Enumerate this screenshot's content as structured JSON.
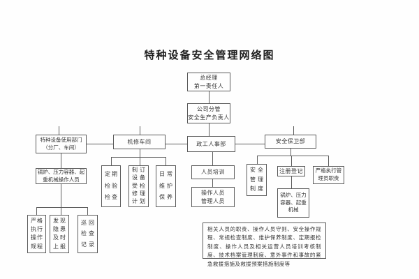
{
  "title": "特种设备安全管理网络图",
  "nodes": {
    "gm": {
      "lines": [
        "总经理",
        "第一责任人"
      ]
    },
    "deputy": {
      "lines": [
        "公司分管",
        "安全生产负责人"
      ]
    },
    "dept_use": {
      "lines": [
        "特种设备使用部门",
        "（分厂、车间）"
      ]
    },
    "workshop": {
      "label": "机修车间"
    },
    "hr": {
      "label": "政工人事部"
    },
    "security": {
      "label": "安全保卫部"
    },
    "operators": {
      "lines": [
        "锅炉、压力容器、起",
        "重机械操作人员"
      ]
    },
    "op_rule": {
      "rows": [
        "严格",
        "执行",
        "操作",
        "规程"
      ]
    },
    "op_report": {
      "rows": [
        "发现",
        "隐患",
        "及时",
        "上报"
      ]
    },
    "op_record": {
      "rows": [
        "巡回",
        "检查",
        "记录"
      ]
    },
    "ws_inspect": {
      "rows": [
        "定期",
        "检验",
        "检查"
      ]
    },
    "ws_plan": {
      "rows": [
        "制订",
        "设备",
        "受检",
        "修理",
        "计划"
      ]
    },
    "ws_maintain": {
      "rows": [
        "日常",
        "维护",
        "保养"
      ]
    },
    "training": {
      "label": "人员培训"
    },
    "personnel": {
      "lines": [
        "操作人员",
        "管理人员"
      ]
    },
    "safety_system": {
      "rows": [
        "安全",
        "管理",
        "制度"
      ]
    },
    "register": {
      "label": "注册登记"
    },
    "admin_duty": {
      "lines": [
        "严格执行管",
        "理员职责"
      ]
    },
    "equipment": {
      "lines": [
        "锅炉、压力",
        "容器、起重",
        "机械"
      ]
    },
    "note": {
      "text": "相关人员的职责、操作人员守则、安全操作规程、常规检查制度、维护保养制度、定期报检制度、操作人员及相关运营人员培训考核制度、技术档案管理制度、意外事件和事故的紧急救援措施及救援预案措施制度等"
    }
  }
}
